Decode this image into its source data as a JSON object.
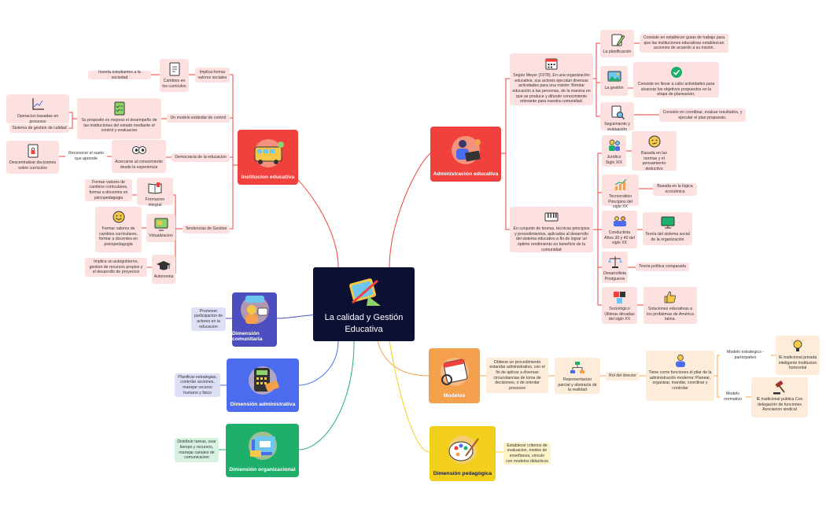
{
  "center": {
    "title": "La calidad y Gestión Educativa"
  },
  "branches": {
    "institucion": "Institucion educativa",
    "administracion": "Administración educativa",
    "comunitaria": "Dimensión comunitaria",
    "administrativa": "Dimensión administrativa",
    "organizacional": "Dimensión organizacional",
    "modelos": "Modelos",
    "pedagogica": "Dimensión pedagógica"
  },
  "institucion": {
    "implica": "Implica formar valores sociales",
    "cambios": "Cambios en los curriculos",
    "inserta": "Inserta estudiantes a la sociedad",
    "modelo_control": "Un modelo estándar de control",
    "proposito": "Su proposito es mejorar el desempeño de las instituciones del estado mediante el control y evaluacion",
    "operacion": "Operacion basadas en procesos",
    "sistema": "Sistema de gestion de calidad",
    "democracia": "Democracia de la educacion",
    "acercarse": "Acercarse al conocimiento desde la experiencia",
    "reconocer": "Reconocer el sueto que aprende",
    "descentralizar": "Descentralizar decisiones sobre curriculos",
    "tendencias": "Tendencias de Gestion",
    "formacion": "Formacion integral",
    "formar_valores_1": "Formar valores de cambios curriculares, formar a docentes en psicopedagogia",
    "virtualizacion": "Virtualizacion",
    "formar_valores_2": "Formar valores de cambios curriculares, formar a docentes en psicopedagogia",
    "autonomia": "Autonomia",
    "implica_auto": "Implica un autogobierno, gestion de recursos propios y el desarrollo de proyectos"
  },
  "administracion": {
    "meyer": "Según Meyer (1978): En una organización educativa, sus actores ejecutan diversas actividades para una misión: Brindar educación a las personas, de la manera en que se produce y difunde conocimiento relevante para nuestra comunidad.",
    "planificacion": "La planificación",
    "planificacion_desc": "Consiste en establecer guías de trabajo para que las instituciones educativas establezcan acciones de acuerdo a su misión.",
    "gestion": "La gestión",
    "gestion_desc": "Consiste en llevar a cabo actividades para alcanzar los objetivos propuestos en la etapa de planeación.",
    "seguimiento": "Seguimiento y evaluación",
    "seguimiento_desc": "Consiste en coordinar, evaluar resultados, y ejecutar el plan propuesto.",
    "conjunto": "En conjunto de teorias, técnicas principios y procedimientos, aplicados al desarrollo del sistema educativo a fin de lograr un óptimo rendimiento en beneficio de la comunidad",
    "juridico": "Jurídico Siglo XIX",
    "juridico_desc": "Basada en las normas y el pensamiento deductivo",
    "tecnocratico": "Tecnocrático Principios del siglo XX",
    "tecnocratico_desc": "Basada en la lógica económica",
    "conductista": "Conductista Años 30 y 40 del siglo XX",
    "conductista_desc": "Teoría del sistema social de la organización",
    "desarrollista": "Desarrollista Postguerra",
    "desarrollista_desc": "Teoría política comparada",
    "sociologico": "Sociológico Últimas décadas del siglo XX",
    "sociologico_desc": "Soluciones educativas a los problemas de América latina."
  },
  "comunitaria": {
    "desc": "Promover participacion de actores en la educacion"
  },
  "administrativa": {
    "desc": "Planificar estrategias, controlar acciones, manejar recurso humano y fisico"
  },
  "organizacional": {
    "desc": "Distribuir tareas, usar tiempo y recursos, manejar canales de comunicacion"
  },
  "modelos": {
    "obtiene": "Obtiene un procedimiento estandar administrativo, con el fin de aplicar a diversas circunstancias de toma de decisiones, o de orientar procesos",
    "representacion": "Representacion parcial y abstracta de la realidad",
    "rol": "Rol del director",
    "tiene": "Tiene como funciones el pilar de la administración moderna: Planear, organizar, mandar, coordinar y controlar",
    "estrategico": "Modelo estrategico - participativo",
    "estrategico_desc": "IE tradicional privada inteligente Institucion horizontal",
    "normativo": "Modelo normativo",
    "normativo_desc": "IE tradicional publica Con delegación de funciones Asociacion sindical"
  },
  "pedagogica": {
    "desc": "Establecer criterios de evaluacion, modos de enseñanza, vinculo con modelos didacticos"
  },
  "colors": {
    "center": "#0c1133",
    "institucion": "#f0413c",
    "administracion": "#f0413c",
    "comunitaria": "#4c4ec0",
    "administrativa": "#4c6cf0",
    "organizacional": "#1eb06a",
    "modelos": "#f5a04c",
    "pedagogica": "#f2cf1a"
  }
}
